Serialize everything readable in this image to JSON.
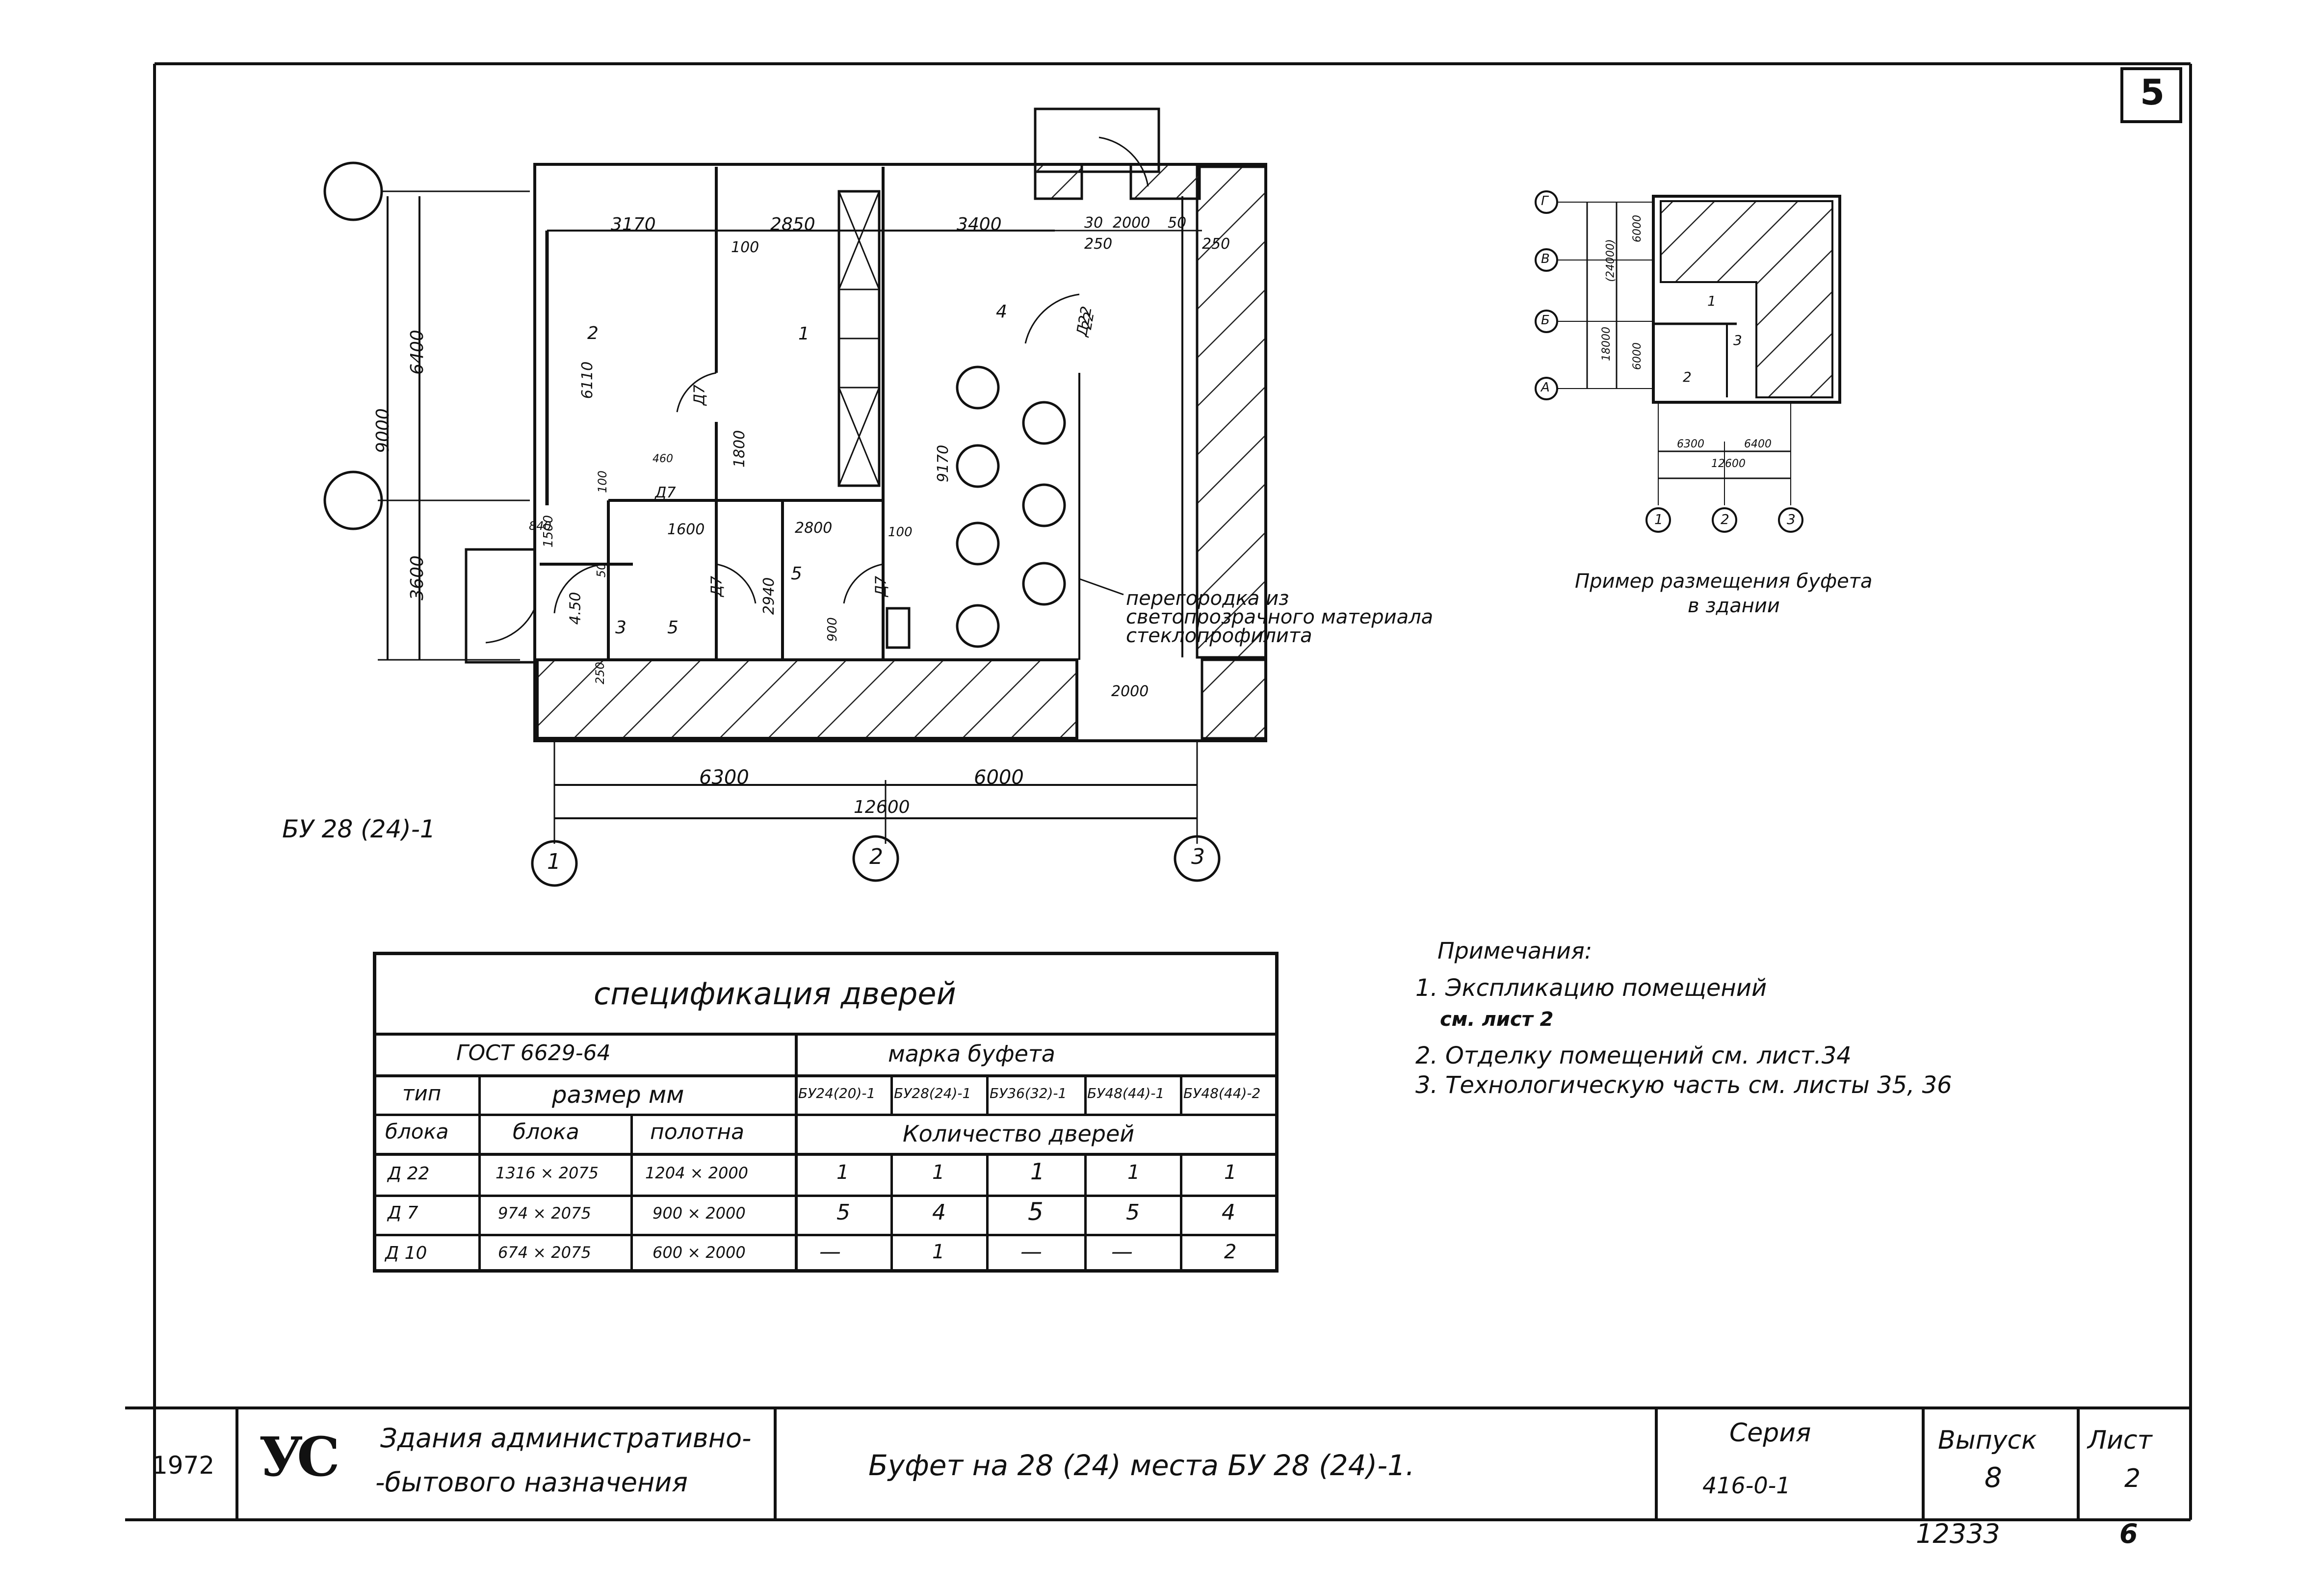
{
  "sheet": {
    "corner_number": "5",
    "year": "1972",
    "logo": "УС",
    "title_block_subject_line1": "Здания административно-",
    "title_block_subject_line2": "-бытового назначения",
    "drawing_title": "Буфет на 28 (24) места БУ 28 (24)-1.",
    "series_label": "Серия",
    "series_value": "416-0-1",
    "issue_label": "Выпуск",
    "issue_value": "8",
    "sheet_label": "Лист",
    "sheet_value": "2",
    "inventory_number": "12333",
    "page_number": "6"
  },
  "plan": {
    "name": "БУ 28 (24)-1",
    "axes_bottom": [
      "1",
      "2",
      "3"
    ],
    "dims_top": [
      "3170",
      "2850",
      "3400",
      "30",
      "2000",
      "50",
      "250",
      "250"
    ],
    "dims_bottom": [
      "6300",
      "6000",
      "12600"
    ],
    "dims_left": [
      "9000",
      "6400",
      "3600"
    ],
    "dims_inner": [
      "100",
      "6110",
      "1800",
      "1600",
      "2800",
      "100",
      "2940",
      "900",
      "9170",
      "1500",
      "2000",
      "840",
      "460",
      "4.50",
      "250",
      "100",
      "50",
      "22"
    ],
    "room_numbers": [
      "2",
      "1",
      "4",
      "3",
      "5",
      "5"
    ],
    "door_marks": [
      "Д7",
      "Д7",
      "Д7",
      "Д7",
      "Д22"
    ],
    "partition_note_line1": "перегородка из",
    "partition_note_line2": "светопрозрачного материала",
    "partition_note_line3": "стеклопрофилита"
  },
  "example": {
    "caption_line1": "Пример размещения буфета",
    "caption_line2": "в здании",
    "axes_left": [
      "Г",
      "В",
      "Б",
      "А"
    ],
    "axes_bottom": [
      "1",
      "2",
      "3"
    ],
    "dims_left": [
      "6000",
      "(24000)",
      "18000",
      "6000"
    ],
    "dims_bottom": [
      "6300",
      "6400",
      "12600"
    ],
    "room_numbers": [
      "1",
      "2",
      "3"
    ]
  },
  "notes": {
    "heading": "Примечания:",
    "items": [
      "1. Экспликацию помещений",
      "см. лист 2",
      "2. Отделку помещений см. лист.34",
      "3. Технологическую часть см. листы 35, 36"
    ]
  },
  "spec_table": {
    "title": "спецификация дверей",
    "gost": "ГОСТ 6629-64",
    "brand_header": "марка буфета",
    "type_header_1": "тип",
    "type_header_2": "блока",
    "size_header": "размер мм",
    "block_header": "блока",
    "leaf_header": "полотна",
    "brands": [
      "БУ24(20)-1",
      "БУ28(24)-1",
      "БУ36(32)-1",
      "БУ48(44)-1",
      "БУ48(44)-2"
    ],
    "count_header": "Количество дверей",
    "rows": [
      {
        "type": "Д 22",
        "block": "1316 × 2075",
        "leaf": "1204 × 2000",
        "counts": [
          "1",
          "1",
          "1",
          "1",
          "1"
        ]
      },
      {
        "type": "Д 7",
        "block": "974 × 2075",
        "leaf": "900 × 2000",
        "counts": [
          "5",
          "4",
          "5",
          "5",
          "4"
        ]
      },
      {
        "type": "Д 10",
        "block": "674 × 2075",
        "leaf": "600 × 2000",
        "counts": [
          "—",
          "1",
          "—",
          "—",
          "2"
        ]
      }
    ]
  }
}
